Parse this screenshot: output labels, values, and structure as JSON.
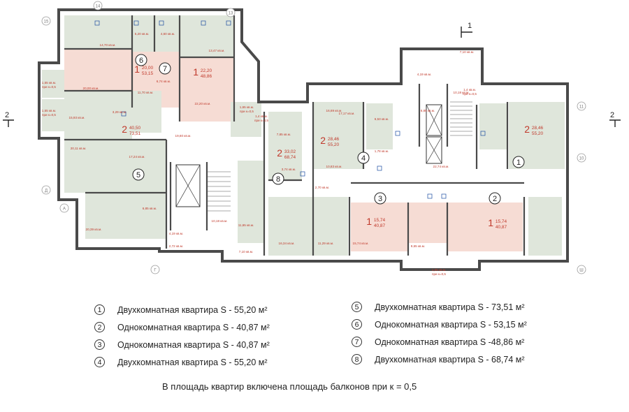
{
  "plan": {
    "axes_top": [
      "15",
      "14",
      "13"
    ],
    "axes_right": [
      "11",
      "10"
    ],
    "axes_left": [
      "Д",
      "А",
      "Г"
    ],
    "axes_bottom": [
      "Ш"
    ],
    "section_marks": [
      "1",
      "2"
    ],
    "apartment_markers": [
      "1",
      "2",
      "3",
      "4",
      "5",
      "6",
      "7",
      "8"
    ],
    "room_areas": [
      "14,70 кв.м.",
      "5,20 кв.м.",
      "4,60 кв.м.",
      "13,47 кв.м.",
      "20,00 кв.м.",
      "11,70 кв.м.",
      "6,74 кв.м.",
      "22,20 кв.м.",
      "19,60 кв.м.",
      "15,93 кв.м.",
      "3,29 кв.м.",
      "1,55 кв.м. при к=0,5",
      "1,55 кв.м. при к=0,5",
      "20,11 кв.м.",
      "17,24 кв.м.",
      "20,39 кв.м.",
      "6,85 кв.м.",
      "10,18 кв.м.",
      "4,19 кв.м.",
      "2,72 кв.м.",
      "7,10 кв.м.",
      "1,4 кв.м. при к=0,5",
      "11,65 кв.м.",
      "16,34 кв.м.",
      "7,85 кв.м.",
      "16,69 кв.м.",
      "1,65 кв.м. при к=0,5",
      "17,17 кв.м.",
      "6,53 кв.м.",
      "1,78 кв.м.",
      "10,83 кв.м.",
      "11,29 кв.м.",
      "15,74 кв.м.",
      "9,65 кв.м.",
      "22,74 кв.м.",
      "4,19 кв.м.",
      "10,18 кв.м.",
      "6,85 кв.м.",
      "1,4 кв.м. при к=0,5",
      "7,10 кв.м.",
      "3,74 кв.м.",
      "2,70 кв.м.",
      "1,65 кв.м. при к=0,5"
    ],
    "apt_labels": [
      {
        "rooms": "1",
        "a": "20,00",
        "b": "53,15"
      },
      {
        "rooms": "1",
        "a": "22,20",
        "b": "48,86"
      },
      {
        "rooms": "2",
        "a": "40,50",
        "b": "73,51"
      },
      {
        "rooms": "2",
        "a": "33,02",
        "b": "68,74"
      },
      {
        "rooms": "2",
        "a": "28,46",
        "b": "55,20"
      },
      {
        "rooms": "2",
        "a": "28,46",
        "b": "55,20"
      },
      {
        "rooms": "1",
        "a": "15,74",
        "b": "40,87"
      },
      {
        "rooms": "1",
        "a": "15,74",
        "b": "40,87"
      }
    ]
  },
  "legend": [
    {
      "num": "1",
      "text": "Двухкомнатная квартира  S - 55,20 м²"
    },
    {
      "num": "2",
      "text": "Однокомнатная квартира  S - 40,87 м²"
    },
    {
      "num": "3",
      "text": "Однокомнатная квартира  S - 40,87 м²"
    },
    {
      "num": "4",
      "text": "Двухкомнатная квартира  S - 55,20 м²"
    },
    {
      "num": "5",
      "text": "Двухкомнатная квартира  S - 73,51 м²"
    },
    {
      "num": "6",
      "text": "Однокомнатная квартира  S - 53,15 м²"
    },
    {
      "num": "7",
      "text": "Однокомнатная квартира  S -48,86 м²"
    },
    {
      "num": "8",
      "text": "Двухкомнатная квартира  S - 68,74 м²"
    }
  ],
  "footnote": "В площадь квартир включена  площадь балконов при  к = 0,5",
  "colors": {
    "room_green": "#dfe6db",
    "room_pink": "#f6dcd4",
    "wall": "#4a4a4a",
    "text_red": "#c0392b",
    "text_blue": "#1a4aa0"
  }
}
